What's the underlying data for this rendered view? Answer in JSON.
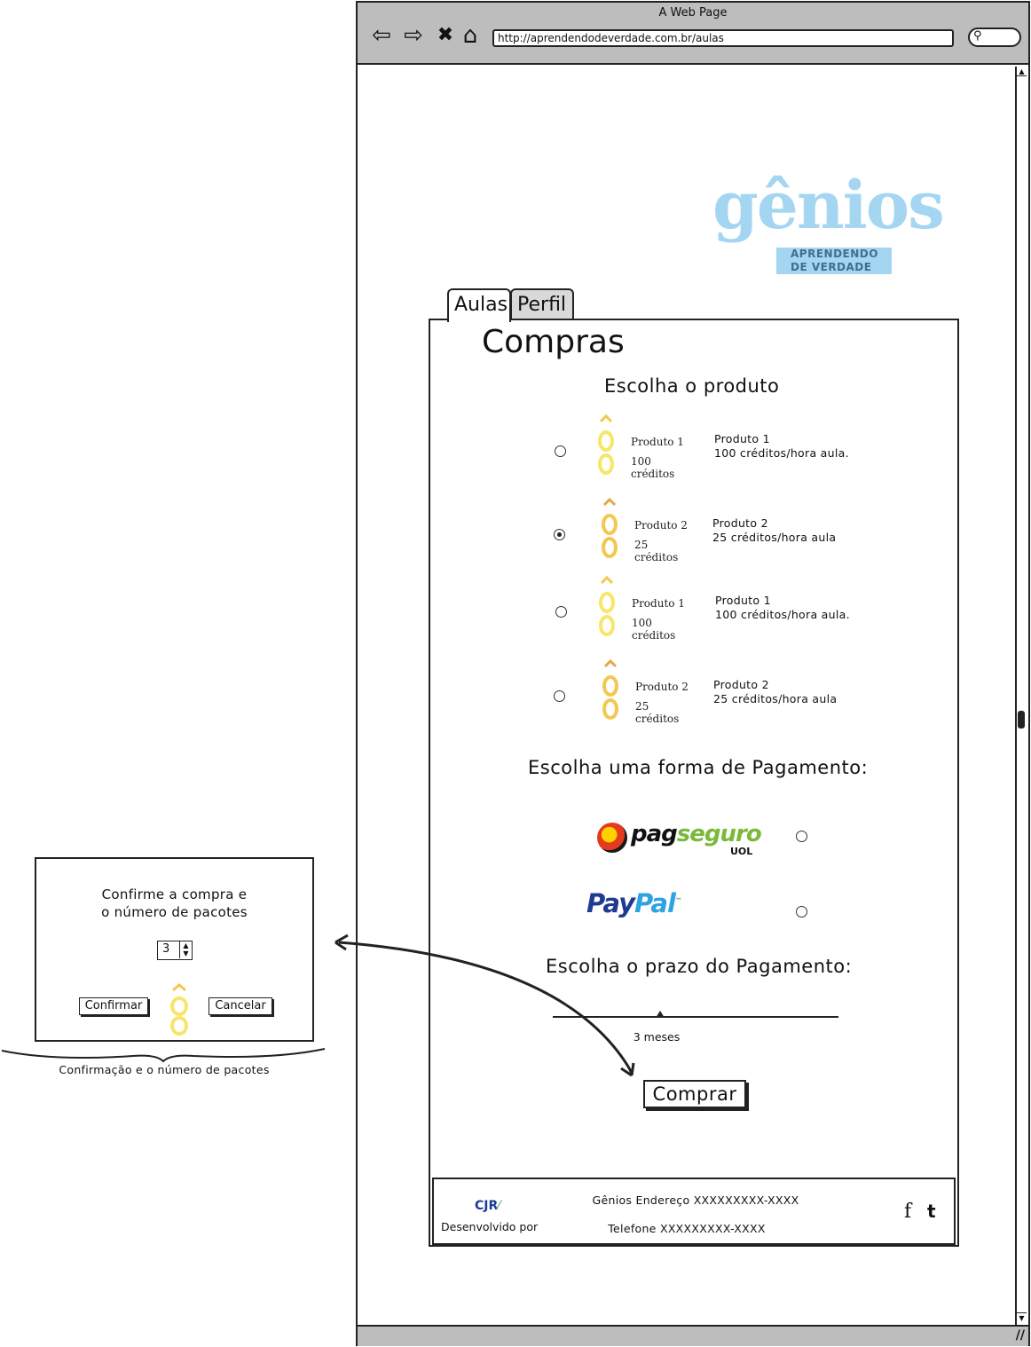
{
  "browser": {
    "window_title": "A Web Page",
    "url": "http://aprendendodeverdade.com.br/aulas",
    "nav": {
      "back": "⇦",
      "forward": "⇨",
      "stop": "✖",
      "home": "⌂"
    }
  },
  "logo": {
    "word": "gênios",
    "sub_line1": "APRENDENDO",
    "sub_line2": "DE VERDADE"
  },
  "tabs": [
    {
      "label": "Aulas",
      "active": true
    },
    {
      "label": "Perfil",
      "active": false
    }
  ],
  "page": {
    "title": "Compras",
    "product_section_title": "Escolha o produto",
    "products": [
      {
        "img_name": "Produto 1",
        "img_credits": "100 créditos",
        "desc_title": "Produto 1",
        "desc_detail": "100 créditos/hora aula.",
        "selected": false
      },
      {
        "img_name": "Produto 2",
        "img_credits": "25 créditos",
        "desc_title": "Produto 2",
        "desc_detail": "25 créditos/hora aula",
        "selected": true
      },
      {
        "img_name": "Produto 1",
        "img_credits": "100 créditos",
        "desc_title": "Produto 1",
        "desc_detail": "100 créditos/hora aula.",
        "selected": false
      },
      {
        "img_name": "Produto 2",
        "img_credits": "25 créditos",
        "desc_title": "Produto 2",
        "desc_detail": "25 créditos/hora aula",
        "selected": false
      }
    ],
    "payment_section_title": "Escolha uma forma de Pagamento:",
    "payment_methods": [
      {
        "name": "pagseguro",
        "brand_a": "pag",
        "brand_b": "seguro",
        "brand_c": "UOL",
        "selected": false
      },
      {
        "name": "paypal",
        "brand_a": "Pay",
        "brand_b": "Pal",
        "brand_c": "™",
        "selected": false
      }
    ],
    "term_section_title": "Escolha o prazo do Pagamento:",
    "term_slider": {
      "value_label": "3 meses"
    },
    "buy_button": "Comprar"
  },
  "footer": {
    "cjr_a": "CJR",
    "cjr_b": "⁄",
    "developed_by": "Desenvolvido por",
    "address": "Gênios Endereço XXXXXXXXX-XXXX",
    "phone": "Telefone XXXXXXXXX-XXXX",
    "facebook": "f",
    "twitter": "t"
  },
  "dialog": {
    "message_line1": "Confirme a compra e",
    "message_line2": "o número de pacotes",
    "quantity": "3",
    "confirm_label": "Confirmar",
    "cancel_label": "Cancelar",
    "caption": "Confirmação e o número de pacotes"
  },
  "colors": {
    "logo_blue": "#a4d6f2",
    "token_gold": "#f3c850",
    "token_light": "#f7e66a",
    "paypal_dark": "#1f3a93",
    "paypal_light": "#2ea3e3",
    "pagseguro_green": "#7ab93a"
  }
}
